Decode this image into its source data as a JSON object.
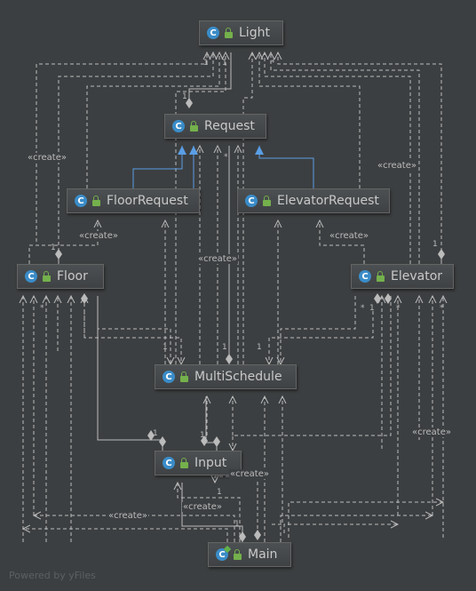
{
  "classes": {
    "light": "Light",
    "request": "Request",
    "floor_request": "FloorRequest",
    "elevator_request": "ElevatorRequest",
    "floor": "Floor",
    "elevator": "Elevator",
    "multi_schedule": "MultiSchedule",
    "input": "Input",
    "main": "Main"
  },
  "class_icon_letter": "C",
  "icons": {
    "class": "class-icon",
    "visibility": "public-lock-icon"
  },
  "edge_labels": {
    "create": "«create»",
    "mult_one": "1",
    "mult_many": "*"
  },
  "watermark": "Powered by yFiles",
  "colors": {
    "background": "#3c3f41",
    "edge": "#bbbbbb",
    "inheritance": "#5a9ee5",
    "node_fill": "#45494a",
    "class_icon": "#3a8cc8"
  }
}
